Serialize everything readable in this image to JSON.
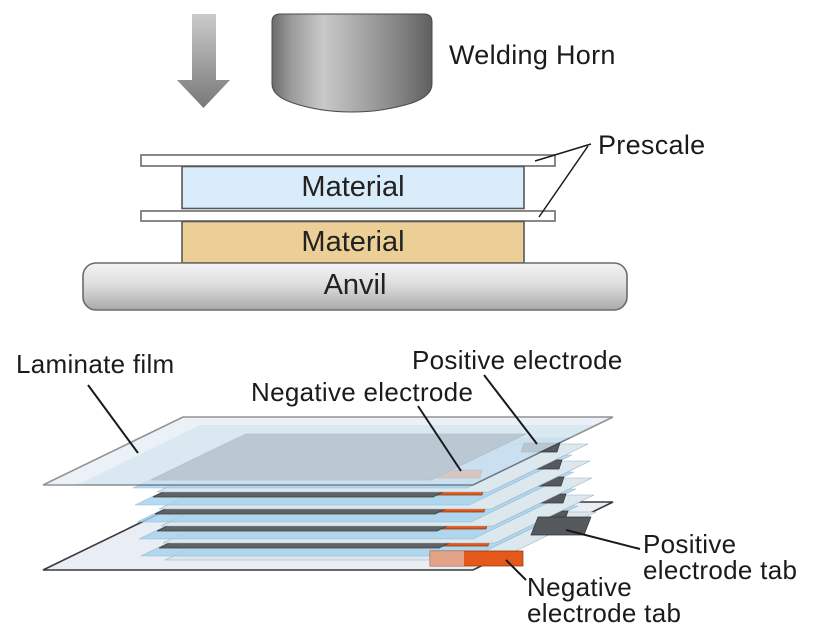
{
  "top_section": {
    "welding_horn_label": "Welding Horn",
    "prescale_label": "Prescale",
    "material_upper_label": "Material",
    "material_lower_label": "Material",
    "anvil_label": "Anvil"
  },
  "bottom_section": {
    "laminate_film_label": "Laminate film",
    "negative_electrode_label": "Negative electrode",
    "positive_electrode_label": "Positive electrode",
    "positive_electrode_tab": {
      "line1": "Positive",
      "line2": "electrode tab"
    },
    "negative_electrode_tab": {
      "line1": "Negative",
      "line2": "electrode tab"
    }
  },
  "colors": {
    "material_blue": "#d8ecf9",
    "material_tan": "#eccf96",
    "prescale_white": "#ffffff",
    "laminate_blue": "#dbe7f0",
    "separator_blue": "#a5d2ee",
    "pale_sheet": "#dde7ee",
    "electrode_gray": "#5f6266",
    "tab_orange": "#e4581a",
    "tab_gray": "#55585c",
    "outline": "#3a3a3a",
    "label_black": "#1b1b1b"
  }
}
